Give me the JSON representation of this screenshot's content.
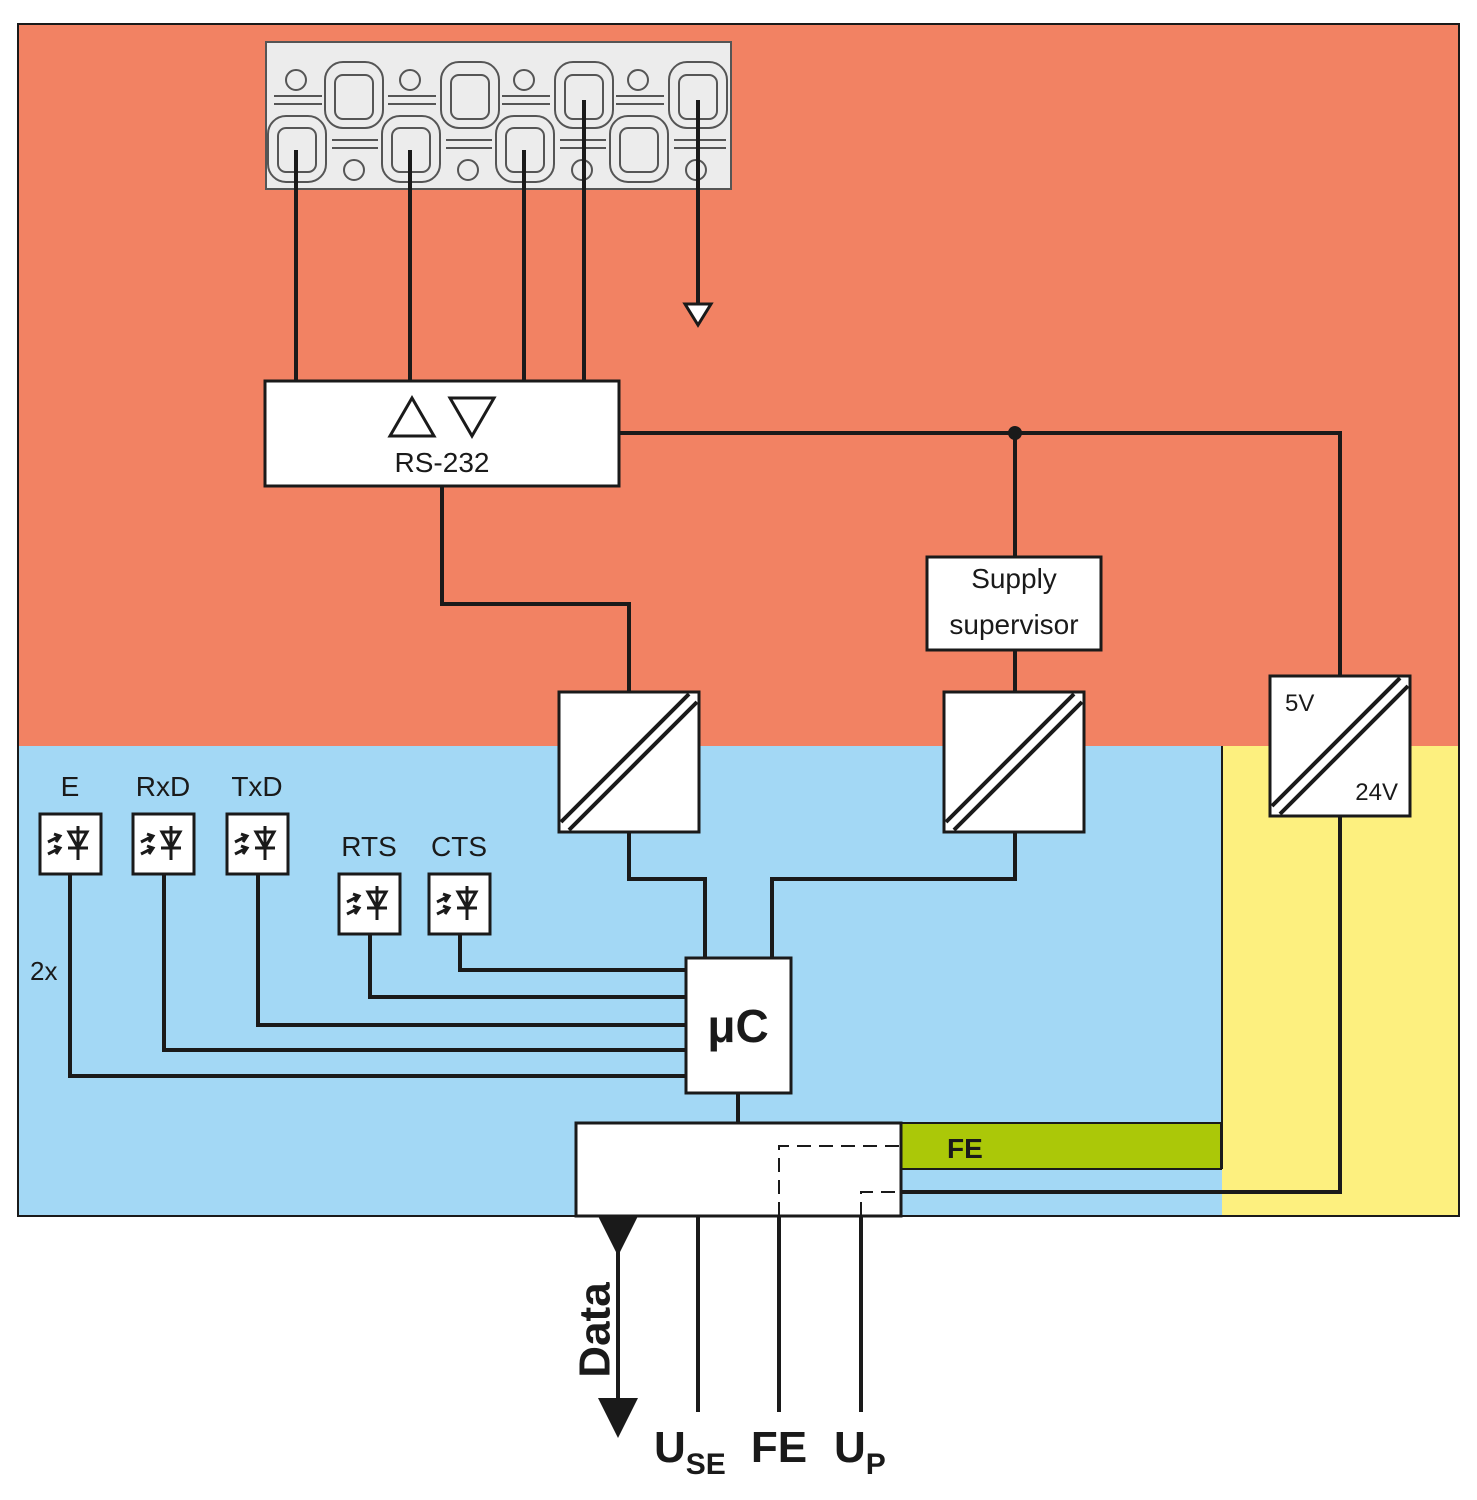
{
  "colors": {
    "rs232_zone": "#f28263",
    "logic_zone": "#a3d8f5",
    "power_zone": "#fdf07f",
    "fe_bar": "#abc808",
    "line": "#1a1a1a",
    "box": "#ffffff",
    "terminal": "#ececec"
  },
  "blocks": {
    "rs232": "RS-232",
    "supply_supervisor": [
      "Supply",
      "supervisor"
    ],
    "microcontroller": "μC",
    "converter_in": "5V",
    "converter_out": "24V",
    "fe_bar": "FE"
  },
  "leds": [
    {
      "id": "e",
      "label": "E"
    },
    {
      "id": "rxd",
      "label": "RxD"
    },
    {
      "id": "txd",
      "label": "TxD"
    },
    {
      "id": "rts",
      "label": "RTS"
    },
    {
      "id": "cts",
      "label": "CTS"
    }
  ],
  "led_multiplier": "2x",
  "bottom": {
    "data": "Data",
    "use_main": "U",
    "use_sub": "SE",
    "fe": "FE",
    "up_main": "U",
    "up_sub": "P"
  },
  "icons": [
    "terminal-block-icon",
    "led-icon",
    "transmit-triangle-icon",
    "receive-triangle-icon",
    "ground-arrow-icon",
    "isolation-converter-icon",
    "bidirectional-arrow-icon"
  ]
}
